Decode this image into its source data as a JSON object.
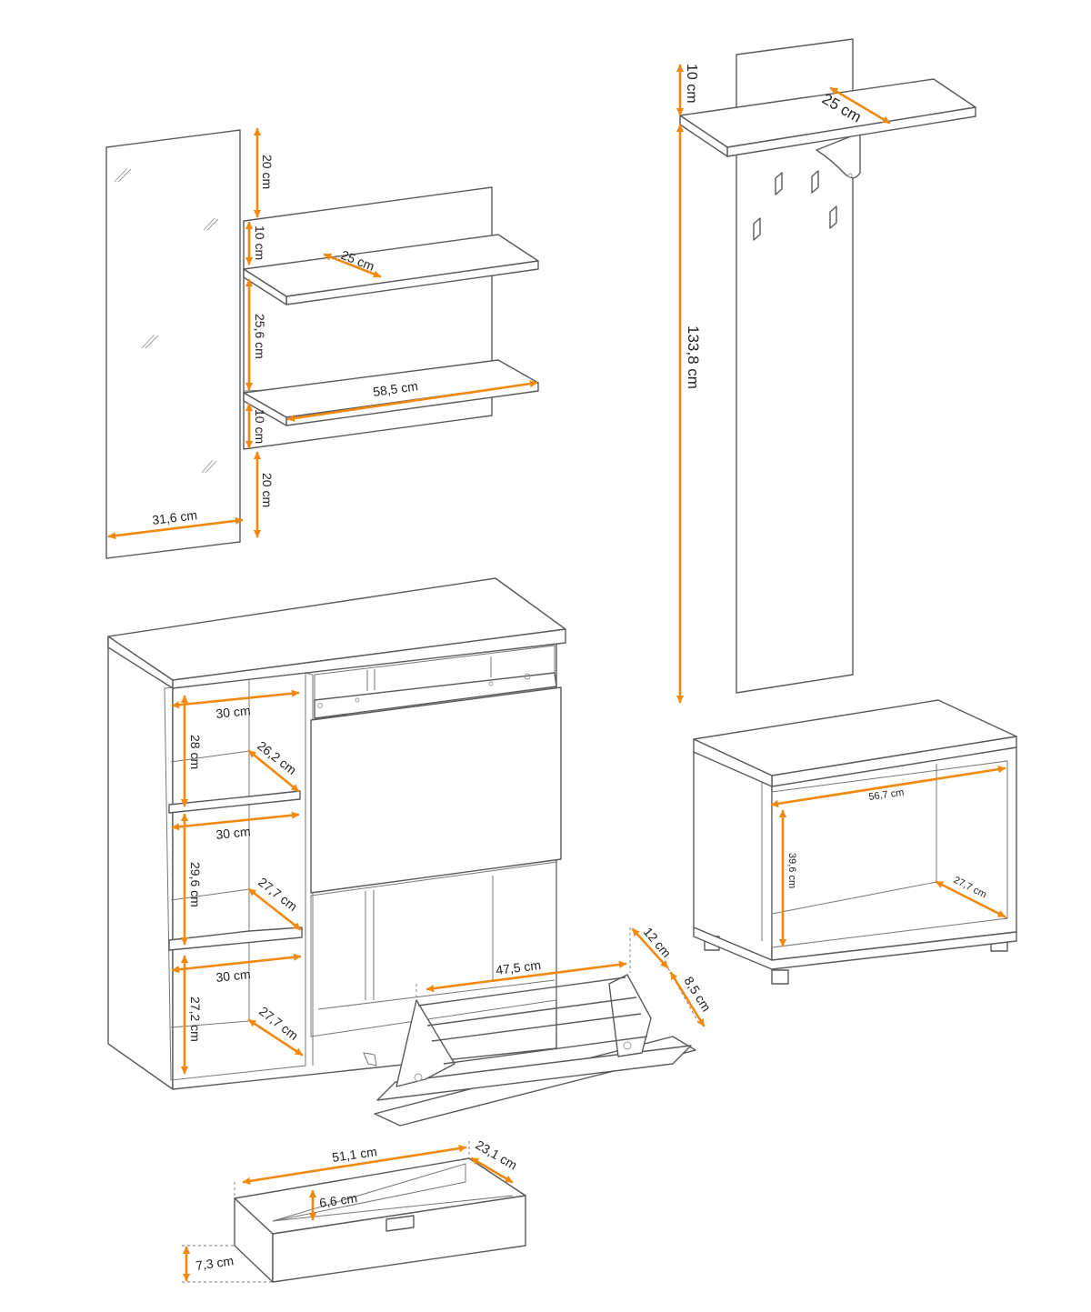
{
  "colors": {
    "dimension": "#f2890f",
    "outline": "#5a5a5a",
    "background": "#ffffff"
  },
  "mirror": {
    "width": "31,6 cm"
  },
  "wall_shelf": {
    "top_gap": "20 cm",
    "upper_height": "10 cm",
    "shelf_depth": "25 cm",
    "between_shelves": "25,6 cm",
    "shelf_width": "58,5 cm",
    "lower_height": "10 cm",
    "bottom_gap": "20 cm"
  },
  "coat_rack": {
    "shelf_height": "10 cm",
    "shelf_depth": "25 cm",
    "panel_height": "133,8 cm"
  },
  "bench": {
    "inner_width": "56,7 cm",
    "inner_height": "39,6 cm",
    "inner_depth": "27,7 cm"
  },
  "cabinet": {
    "compartments": [
      {
        "width": "30 cm",
        "height": "28 cm",
        "depth": "26,2 cm"
      },
      {
        "width": "30 cm",
        "height": "29,6 cm",
        "depth": "27,7 cm"
      },
      {
        "width": "30 cm",
        "height": "27,2 cm",
        "depth": "27,7 cm"
      }
    ],
    "shoe_rack_width": "47,5 cm",
    "shoe_rack_depth_top": "12 cm",
    "shoe_rack_depth_side": "8,5 cm"
  },
  "drawer": {
    "width": "51,1 cm",
    "depth": "23,1 cm",
    "inner_height": "6,6 cm",
    "front_height": "7,3 cm"
  }
}
